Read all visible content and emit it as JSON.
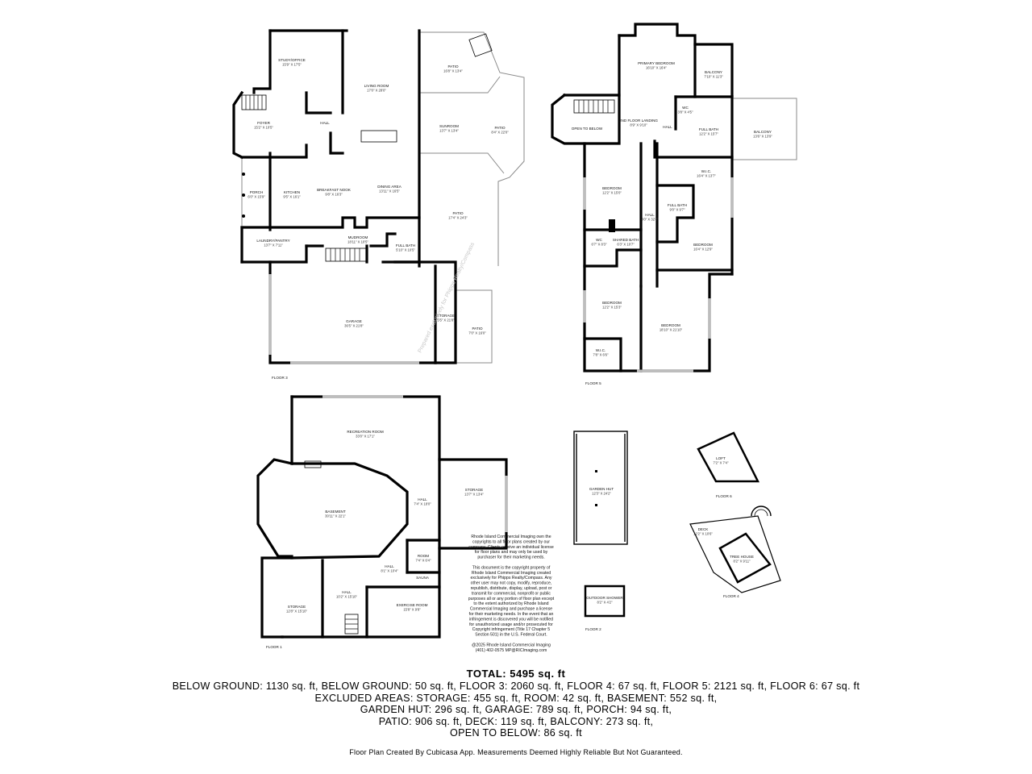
{
  "floors": {
    "floor3": {
      "label": "FLOOR 3",
      "rooms": [
        {
          "id": "study",
          "name": "STUDY/OFFICE",
          "dim": "15'9\" X 17'5\""
        },
        {
          "id": "living",
          "name": "LIVING ROOM",
          "dim": "17'0\" X 28'0\""
        },
        {
          "id": "patio1",
          "name": "PATIO",
          "dim": "16'8\" X 13'4\""
        },
        {
          "id": "foyer",
          "name": "FOYER",
          "dim": "15'2\" X 10'5\""
        },
        {
          "id": "hall",
          "name": "HALL",
          "dim": ""
        },
        {
          "id": "sunroom",
          "name": "SUNROOM",
          "dim": "13'7\" X 13'4\""
        },
        {
          "id": "patio2",
          "name": "PATIO",
          "dim": "8'4\" X 22'0\""
        },
        {
          "id": "porch",
          "name": "PORCH",
          "dim": "6'0\" X 15'9\""
        },
        {
          "id": "kitchen",
          "name": "KITCHEN",
          "dim": "9'5\" X 16'1\""
        },
        {
          "id": "breakfast",
          "name": "BREAKFAST NOOK",
          "dim": "9'8\" X 16'3\""
        },
        {
          "id": "dining",
          "name": "DINING AREA",
          "dim": "13'11\" X 16'5\""
        },
        {
          "id": "patio3",
          "name": "PATIO",
          "dim": "17'4\" X 24'3\""
        },
        {
          "id": "laundry",
          "name": "LAUNDRY/PANTRY",
          "dim": "13'7\" X 7'11\""
        },
        {
          "id": "mudroom",
          "name": "MUDROOM",
          "dim": "18'11\" X 10'5\""
        },
        {
          "id": "fullbath",
          "name": "FULL BATH",
          "dim": "5'10\" X 10'5\""
        },
        {
          "id": "garage",
          "name": "GARAGE",
          "dim": "36'5\" X 21'8\""
        },
        {
          "id": "storage",
          "name": "STORAGE",
          "dim": "5'5\" X 21'8\""
        },
        {
          "id": "patio4",
          "name": "PATIO",
          "dim": "7'0\" X 16'0\""
        }
      ]
    },
    "floor5": {
      "label": "FLOOR 5",
      "rooms": [
        {
          "id": "primary",
          "name": "PRIMARY BEDROOM",
          "dim": "16'10\" X 16'4\""
        },
        {
          "id": "balcony1",
          "name": "BALCONY",
          "dim": "7'10\" X 11'3\""
        },
        {
          "id": "wc1",
          "name": "WC",
          "dim": "3'8\" X 4'5\""
        },
        {
          "id": "landing",
          "name": "2ND FLOOR LANDING",
          "dim": "8'9\" X 9'10\""
        },
        {
          "id": "opentobelow",
          "name": "OPEN TO BELOW",
          "dim": ""
        },
        {
          "id": "hall1",
          "name": "HALL",
          "dim": ""
        },
        {
          "id": "fullbath1",
          "name": "FULL BATH",
          "dim": "12'2\" X 15'7\""
        },
        {
          "id": "balcony2",
          "name": "BALCONY",
          "dim": "13'6\" X 13'9\""
        },
        {
          "id": "wic1",
          "name": "W.I.C.",
          "dim": "16'4\" X 13'7\""
        },
        {
          "id": "bed1",
          "name": "BEDROOM",
          "dim": "12'2\" X 15'0\""
        },
        {
          "id": "fullbath2",
          "name": "FULL BATH",
          "dim": "9'0\" X 9'7\""
        },
        {
          "id": "hall2",
          "name": "HALL",
          "dim": "3'0\" X 32'4\""
        },
        {
          "id": "wc2",
          "name": "WC",
          "dim": "6'7\" X 8'3\""
        },
        {
          "id": "shared",
          "name": "SHARED BATH",
          "dim": "6'3\" X 10'7\""
        },
        {
          "id": "bed2",
          "name": "BEDROOM",
          "dim": "16'4\" X 12'9\""
        },
        {
          "id": "bed3",
          "name": "BEDROOM",
          "dim": "12'2\" X 15'3\""
        },
        {
          "id": "bed4",
          "name": "BEDROOM",
          "dim": "18'10\" X 21'10\""
        },
        {
          "id": "wic2",
          "name": "W.I.C.",
          "dim": "7'8\" X 6'6\""
        }
      ]
    },
    "floor1": {
      "label": "FLOOR 1",
      "rooms": [
        {
          "id": "rec",
          "name": "RECREATION ROOM",
          "dim": "33'0\" X 17'1\""
        },
        {
          "id": "basement",
          "name": "BASEMENT",
          "dim": "30'11\" X 22'1\""
        },
        {
          "id": "hall1",
          "name": "HALL",
          "dim": "7'4\" X 18'0\""
        },
        {
          "id": "storage1",
          "name": "STORAGE",
          "dim": "13'7\" X 13'4\""
        },
        {
          "id": "room",
          "name": "ROOM",
          "dim": "7'4\" X 6'4\""
        },
        {
          "id": "hall2",
          "name": "HALL",
          "dim": "8'1\" X 10'4\""
        },
        {
          "id": "sauna",
          "name": "SAUNA",
          "dim": ""
        },
        {
          "id": "hall3",
          "name": "HALL",
          "dim": "10'2\" X 15'10\""
        },
        {
          "id": "exercise",
          "name": "EXERCISE ROOM",
          "dim": "15'8\" X 9'8\""
        },
        {
          "id": "storage2",
          "name": "STORAGE",
          "dim": "12'8\" X 15'10\""
        }
      ]
    },
    "floor2": {
      "label": "FLOOR 2",
      "rooms": [
        {
          "id": "gardenhut",
          "name": "GARDEN HUT",
          "dim": "12'3\" X 24'2\""
        },
        {
          "id": "shower",
          "name": "OUTDOOR SHOWER",
          "dim": "8'2\" X 4'2\""
        }
      ]
    },
    "floor6": {
      "label": "FLOOR 6",
      "rooms": [
        {
          "id": "loft",
          "name": "LOFT",
          "dim": "7'2\" X 7'4\""
        }
      ]
    },
    "floor4": {
      "label": "FLOOR 4",
      "rooms": [
        {
          "id": "deck",
          "name": "DECK",
          "dim": "12'2\" X 10'6\""
        },
        {
          "id": "treehouse",
          "name": "TREE HOUSE",
          "dim": "8'2\" X 9'11\""
        }
      ]
    }
  },
  "watermark": "Prepared exclusively for Phipps Realty/Compass",
  "copyright_notice": [
    "Rhode Island Commercial Imaging own the",
    "copyrights to all floor plans created by our",
    "company. Clients receive an individual license",
    "for floor plans and may only be used by",
    "purchaser for their marketing needs.",
    "",
    "This document is the copyright property of",
    "Rhode Island Commercial Imaging created",
    "exclusively for Phipps Realty/Compass. Any",
    "other user may not copy, modify, reproduce,",
    "republish, distribute, display, upload, post or",
    "transmit for commercial, nonprofit or public",
    "purposes all or any portion of floor plan except",
    "to the extent authorized by Rhode Island",
    "Commercial Imaging and purchase a license",
    "for their marketing needs. In the event that an",
    "infringement is discovered you will be notified",
    "for unauthorized usage and/or prosecuted for",
    "Copyright infringement (Title 17 Chapter 5",
    "Section 501) in the U.S. Federal Court.",
    "",
    "@2025 Rhode Island Commercial Imaging",
    "(401) 402-0575 MP@RICImaging.com"
  ],
  "summary": {
    "total": "TOTAL: 5495 sq. ft",
    "lines": [
      "BELOW GROUND: 1130 sq. ft, BELOW GROUND: 50 sq. ft, FLOOR 3: 2060 sq. ft, FLOOR 4: 67 sq. ft, FLOOR 5: 2121 sq. ft, FLOOR 6: 67 sq. ft",
      "EXCLUDED AREAS: STORAGE: 455 sq. ft, ROOM: 42 sq. ft, BASEMENT: 552 sq. ft,",
      "GARDEN HUT: 296 sq. ft, GARAGE: 789 sq. ft, PORCH: 94 sq. ft,",
      "PATIO: 906 sq. ft, DECK: 119 sq. ft, BALCONY: 273 sq. ft,",
      "OPEN TO BELOW: 86 sq. ft"
    ],
    "credit": "Floor Plan Created By Cubicasa App. Measurements Deemed Highly Reliable But Not Guaranteed."
  }
}
